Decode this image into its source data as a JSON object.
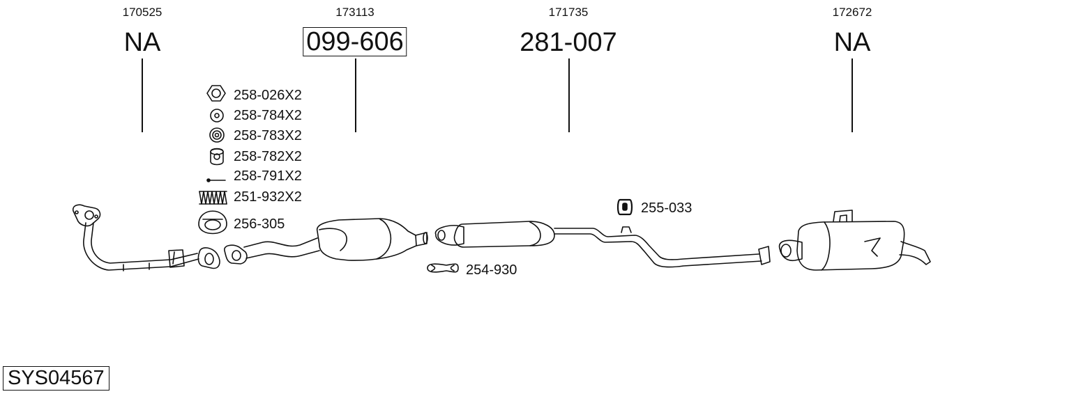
{
  "system_code": "SYS04567",
  "columns": [
    {
      "ref": "170525",
      "part": "NA"
    },
    {
      "ref": "173113",
      "part": "099-606"
    },
    {
      "ref": "171735",
      "part": "281-007"
    },
    {
      "ref": "172672",
      "part": "NA"
    }
  ],
  "accessories": [
    {
      "code": "258-026X2",
      "icon": "hex-nut-icon"
    },
    {
      "code": "258-784X2",
      "icon": "washer-icon"
    },
    {
      "code": "258-783X2",
      "icon": "rubber-ring-icon"
    },
    {
      "code": "258-782X2",
      "icon": "rubber-mount-icon"
    },
    {
      "code": "258-791X2",
      "icon": "bolt-icon"
    },
    {
      "code": "251-932X2",
      "icon": "spring-icon"
    },
    {
      "code": "256-305",
      "icon": "gasket-cone-icon"
    },
    {
      "code": "255-033",
      "icon": "hanger-icon"
    },
    {
      "code": "254-930",
      "icon": "clamp-icon"
    }
  ]
}
